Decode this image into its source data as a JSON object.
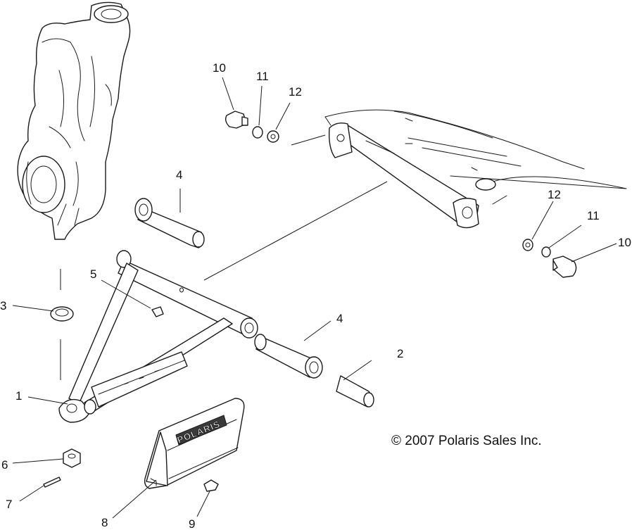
{
  "diagram": {
    "callouts": [
      {
        "id": "1",
        "label": "1"
      },
      {
        "id": "2",
        "label": "2"
      },
      {
        "id": "3",
        "label": "3"
      },
      {
        "id": "4a",
        "label": "4"
      },
      {
        "id": "4b",
        "label": "4"
      },
      {
        "id": "5",
        "label": "5"
      },
      {
        "id": "6",
        "label": "6"
      },
      {
        "id": "7",
        "label": "7"
      },
      {
        "id": "8",
        "label": "8"
      },
      {
        "id": "9",
        "label": "9"
      },
      {
        "id": "10a",
        "label": "10"
      },
      {
        "id": "11a",
        "label": "11"
      },
      {
        "id": "12a",
        "label": "12"
      },
      {
        "id": "10b",
        "label": "10"
      },
      {
        "id": "11b",
        "label": "11"
      },
      {
        "id": "12b",
        "label": "12"
      }
    ],
    "guard_brand": "POLARIS",
    "copyright": "© 2007 Polaris Sales Inc.",
    "colors": {
      "ink": "#1a1a1a",
      "background": "#ffffff"
    }
  }
}
